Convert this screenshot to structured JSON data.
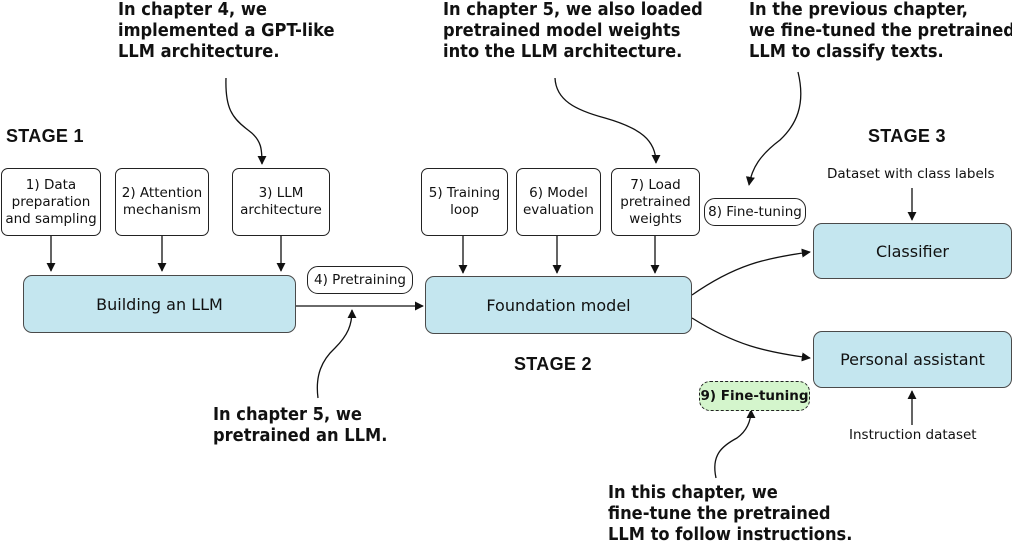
{
  "stages": {
    "stage1": "STAGE 1",
    "stage2": "STAGE 2",
    "stage3": "STAGE 3"
  },
  "callouts": {
    "chapter4": "In chapter 4, we\nimplemented a GPT-like\nLLM architecture.",
    "chapter5_load": "In chapter 5, we also loaded\npretrained model weights\ninto the LLM architecture.",
    "previous_chapter": "In the previous chapter,\nwe fine-tuned the pretrained\nLLM to classify texts.",
    "chapter5_pretrain": "In chapter 5, we\npretrained an LLM.",
    "this_chapter": "In this chapter, we\nfine-tune the pretrained\nLLM to follow instructions."
  },
  "steps": {
    "data_prep": "1) Data\npreparation\nand sampling",
    "attention": "2) Attention\nmechanism",
    "llm_arch": "3) LLM\narchitecture",
    "pretraining": "4) Pretraining",
    "training_loop": "5) Training\nloop",
    "model_eval": "6) Model\nevaluation",
    "load_weights": "7) Load\npretrained\nweights",
    "fine_tuning_8": "8) Fine-tuning",
    "fine_tuning_9": "9) Fine-tuning"
  },
  "nodes": {
    "building_llm": "Building an LLM",
    "foundation_model": "Foundation model",
    "classifier": "Classifier",
    "personal_assistant": "Personal assistant"
  },
  "datasets": {
    "class_labels": "Dataset with class labels",
    "instruction": "Instruction dataset"
  },
  "colors": {
    "node_fill": "#c4e6ef",
    "highlight_fill": "#d4f5cc"
  }
}
